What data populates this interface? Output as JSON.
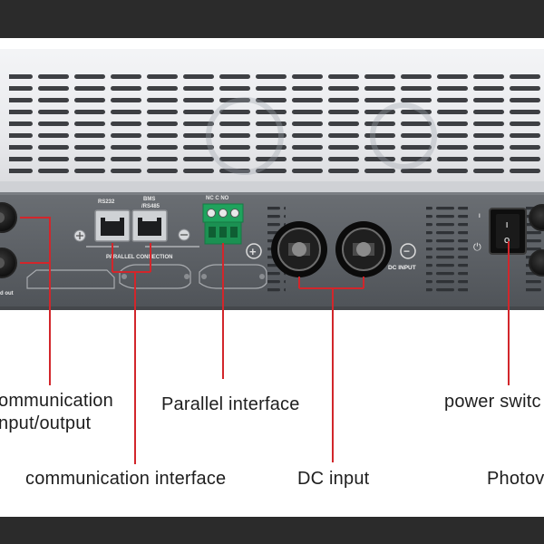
{
  "panel": {
    "port_rs232": "RS232",
    "port_bms_top": "BMS",
    "port_bms_bottom": "/RS485",
    "terminal_labels": "NC  C  NO",
    "parallel_connection": "PARALLEL CONNECTION",
    "dc_input_marking": "DC INPUT",
    "edge_text": "d out",
    "switch_on_mark": "I",
    "switch_off_mark": "O",
    "plus_mark": "+",
    "minus_mark": "−",
    "power_symbol": "⏻"
  },
  "callouts": {
    "communication_line1": "ommunication",
    "communication_line2": "nput/output",
    "parallel_interface": "Parallel interface",
    "power_switch": "power switc",
    "communication_interface": "communication interface",
    "dc_input": "DC input",
    "photovoltaic": "Photov"
  },
  "colors": {
    "frame": "#2b2b2b",
    "background": "#ffffff",
    "chassis_top": "#f1f2f4",
    "panel": "#5d6166",
    "callout_line": "#d2262b",
    "terminal_block": "#1fa35d"
  }
}
